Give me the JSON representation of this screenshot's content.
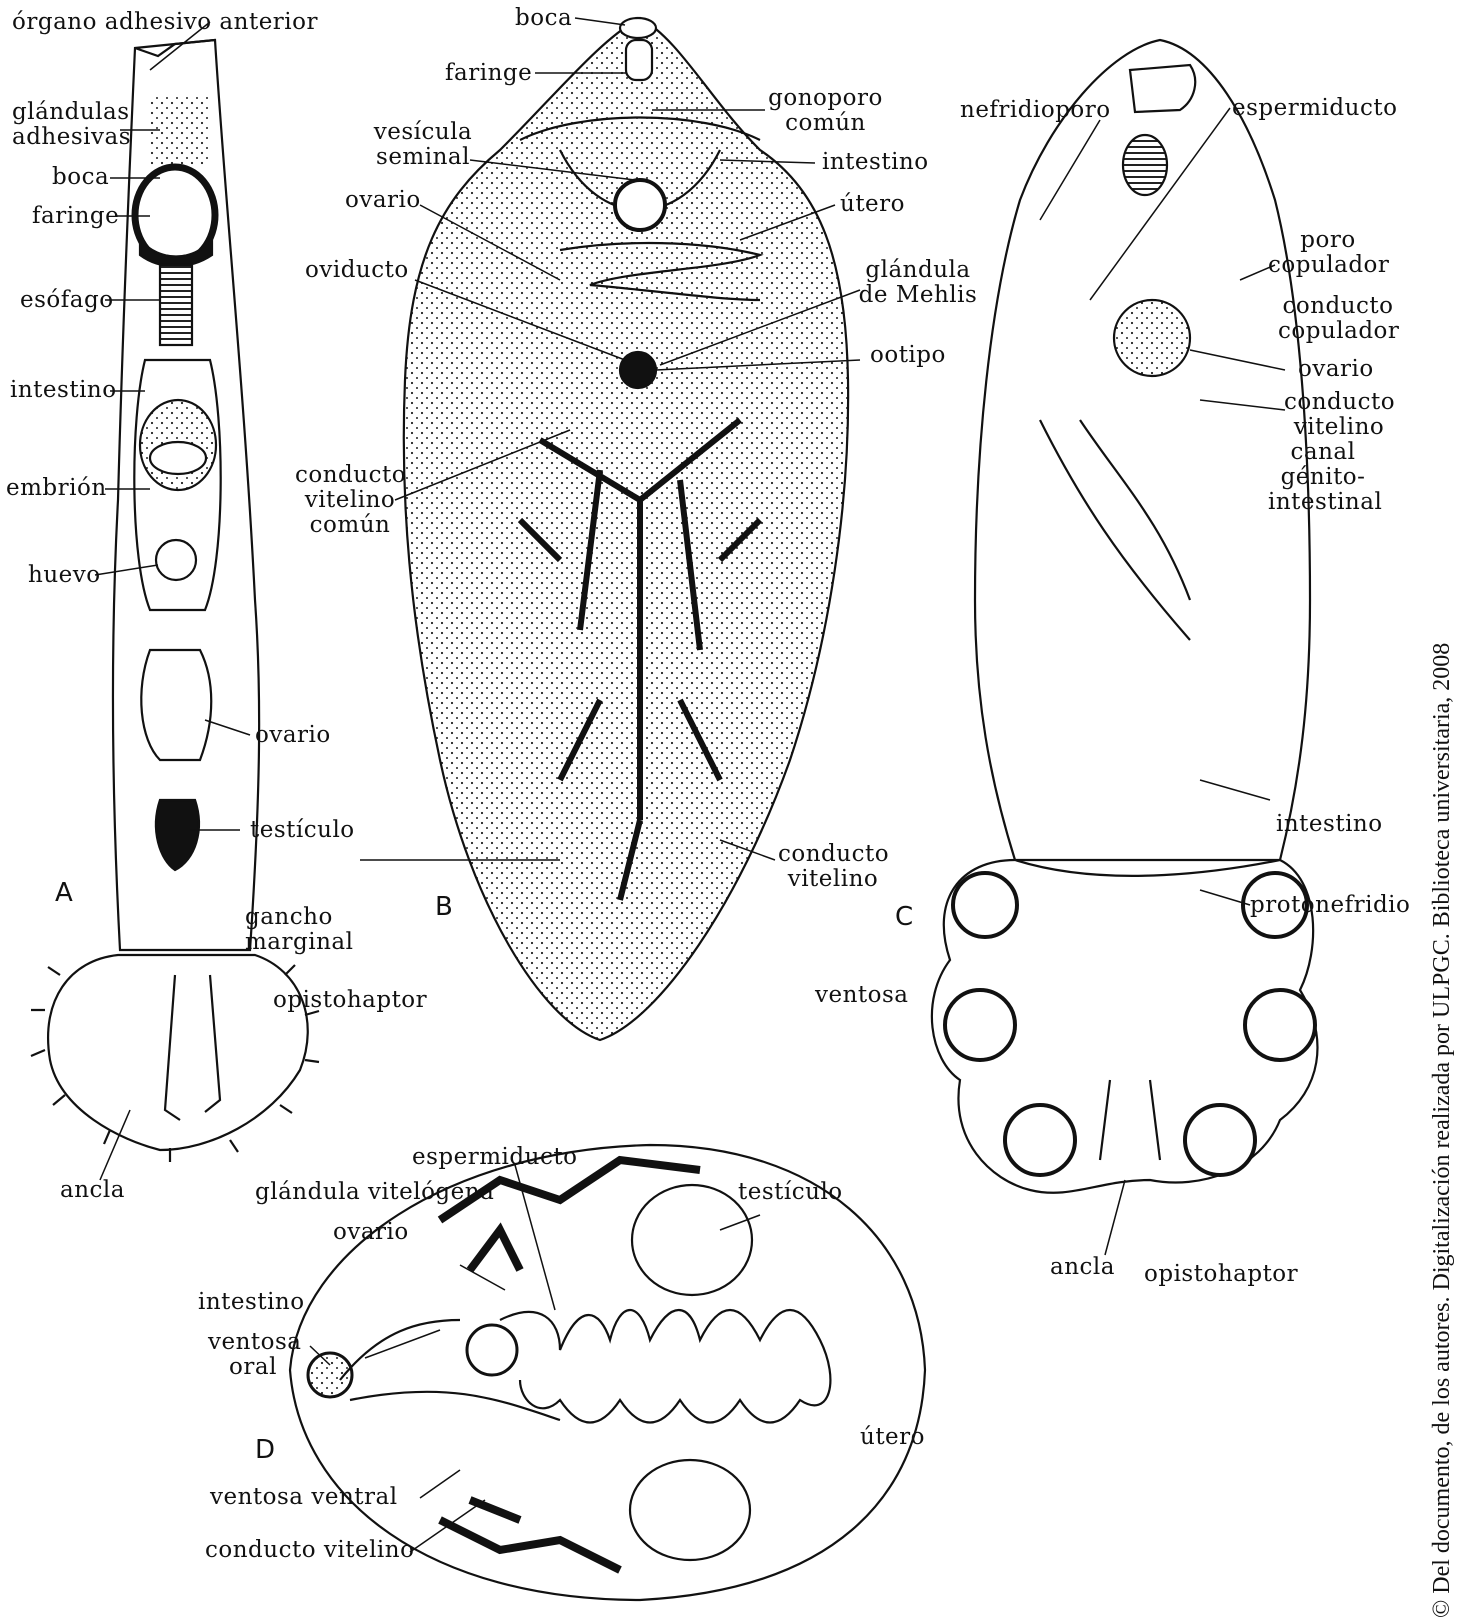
{
  "panels": {
    "a": "A",
    "b": "B",
    "c": "C",
    "d": "D"
  },
  "labels_a": {
    "organo_adhesivo": "órgano adhesivo anterior",
    "glandulas": "glándulas adhesivas",
    "boca": "boca",
    "faringe": "faringe",
    "esofago": "esófago",
    "intestino": "intestino",
    "embrion": "embrión",
    "huevo": "huevo",
    "ovario": "ovario",
    "testiculo": "testículo",
    "gancho": "gancho marginal",
    "opistohaptor": "opistohaptor",
    "ancla": "ancla"
  },
  "labels_b": {
    "boca": "boca",
    "faringe": "faringe",
    "gonoporo": "gonoporo común",
    "vesicula": "vesícula seminal",
    "intestino": "intestino",
    "ovario": "ovario",
    "utero": "útero",
    "oviducto": "oviducto",
    "mehlis": "glándula de Mehlis",
    "ootipo": "ootipo",
    "vitelino_comun": "conducto vitelino común",
    "conducto_vitelino": "conducto vitelino"
  },
  "labels_c": {
    "nefridioporo": "nefridioporo",
    "espermiducto": "espermiducto",
    "poro": "poro copulador",
    "conducto_copulador": "conducto copulador",
    "ovario": "ovario",
    "conducto_vitelino": "conducto vitelino",
    "canal": "canal génito-intestinal",
    "intestino": "intestino",
    "protonefridio": "protonefridio",
    "ventosa": "ventosa",
    "ancla": "ancla",
    "opistohaptor": "opistohaptor"
  },
  "labels_d": {
    "espermiducto": "espermiducto",
    "glandula": "glándula vitelógena",
    "testiculo": "testículo",
    "ovario": "ovario",
    "intestino": "intestino",
    "ventosa_oral": "ventosa oral",
    "utero": "útero",
    "ventosa_ventral": "ventosa ventral",
    "conducto_vitelino": "conducto vitelino"
  },
  "copyright": "© Del documento, de los autores. Digitalización realizada por ULPGC. Biblioteca universitaria, 2008"
}
